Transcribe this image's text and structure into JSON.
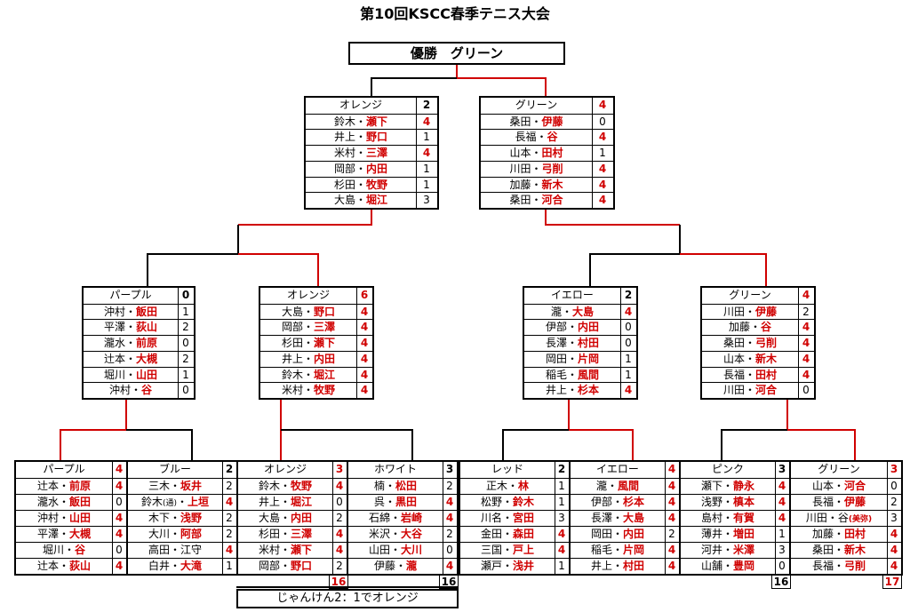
{
  "title": "第10回KSCC春季テニス大会",
  "champion": "優勝　グリーン",
  "janken_note": "じゃんけん2：1でオレンジ",
  "colors": {
    "red": "#d00000",
    "black": "#000000"
  },
  "final": [
    {
      "team": "オレンジ",
      "score": "2",
      "score_red": false,
      "rows": [
        {
          "a": "鈴木",
          "b": "瀬下",
          "win": "b",
          "score": "4",
          "score_red": true
        },
        {
          "a": "井上",
          "b": "野口",
          "win": "b",
          "score": "1",
          "score_red": false
        },
        {
          "a": "米村",
          "b": "三澤",
          "win": "b",
          "score": "4",
          "score_red": true
        },
        {
          "a": "岡部",
          "b": "内田",
          "win": "b",
          "score": "1",
          "score_red": false
        },
        {
          "a": "杉田",
          "b": "牧野",
          "win": "b",
          "score": "1",
          "score_red": false
        },
        {
          "a": "大島",
          "b": "堀江",
          "win": "b",
          "score": "3",
          "score_red": false
        }
      ]
    },
    {
      "team": "グリーン",
      "score": "4",
      "score_red": true,
      "rows": [
        {
          "a": "桑田",
          "b": "伊藤",
          "win": "b",
          "score": "0",
          "score_red": false
        },
        {
          "a": "長福",
          "b": "谷",
          "win": "b",
          "score": "4",
          "score_red": true
        },
        {
          "a": "山本",
          "b": "田村",
          "win": "b",
          "score": "1",
          "score_red": false
        },
        {
          "a": "川田",
          "b": "弓削",
          "win": "b",
          "score": "4",
          "score_red": true
        },
        {
          "a": "加藤",
          "b": "新木",
          "win": "b",
          "score": "4",
          "score_red": true
        },
        {
          "a": "桑田",
          "b": "河合",
          "win": "b",
          "score": "4",
          "score_red": true
        }
      ]
    }
  ],
  "semis": [
    {
      "team": "パープル",
      "score": "0",
      "score_red": false,
      "rows": [
        {
          "a": "沖村",
          "b": "飯田",
          "win": "b",
          "score": "1",
          "score_red": false
        },
        {
          "a": "平澤",
          "b": "荻山",
          "win": "b",
          "score": "2",
          "score_red": false
        },
        {
          "a": "瀧水",
          "b": "前原",
          "win": "b",
          "score": "0",
          "score_red": false
        },
        {
          "a": "辻本",
          "b": "大槻",
          "win": "b",
          "score": "2",
          "score_red": false
        },
        {
          "a": "堀川",
          "b": "山田",
          "win": "b",
          "score": "1",
          "score_red": false
        },
        {
          "a": "沖村",
          "b": "谷",
          "win": "b",
          "score": "0",
          "score_red": false
        }
      ]
    },
    {
      "team": "オレンジ",
      "score": "6",
      "score_red": true,
      "rows": [
        {
          "a": "大島",
          "b": "野口",
          "win": "b",
          "score": "4",
          "score_red": true
        },
        {
          "a": "岡部",
          "b": "三澤",
          "win": "b",
          "score": "4",
          "score_red": true
        },
        {
          "a": "杉田",
          "b": "瀬下",
          "win": "b",
          "score": "4",
          "score_red": true
        },
        {
          "a": "井上",
          "b": "内田",
          "win": "b",
          "score": "4",
          "score_red": true
        },
        {
          "a": "鈴木",
          "b": "堀江",
          "win": "b",
          "score": "4",
          "score_red": true
        },
        {
          "a": "米村",
          "b": "牧野",
          "win": "b",
          "score": "4",
          "score_red": true
        }
      ]
    },
    {
      "team": "イエロー",
      "score": "2",
      "score_red": false,
      "rows": [
        {
          "a": "瀧",
          "b": "大島",
          "win": "b",
          "score": "4",
          "score_red": true
        },
        {
          "a": "伊部",
          "b": "内田",
          "win": "b",
          "score": "0",
          "score_red": false
        },
        {
          "a": "長澤",
          "b": "村田",
          "win": "b",
          "score": "0",
          "score_red": false
        },
        {
          "a": "岡田",
          "b": "片岡",
          "win": "b",
          "score": "1",
          "score_red": false
        },
        {
          "a": "稲毛",
          "b": "風間",
          "win": "b",
          "score": "1",
          "score_red": false
        },
        {
          "a": "井上",
          "b": "杉本",
          "win": "b",
          "score": "4",
          "score_red": true
        }
      ]
    },
    {
      "team": "グリーン",
      "score": "4",
      "score_red": true,
      "rows": [
        {
          "a": "川田",
          "b": "伊藤",
          "win": "b",
          "score": "2",
          "score_red": false
        },
        {
          "a": "加藤",
          "b": "谷",
          "win": "b",
          "score": "4",
          "score_red": true
        },
        {
          "a": "桑田",
          "b": "弓削",
          "win": "b",
          "score": "4",
          "score_red": true
        },
        {
          "a": "山本",
          "b": "新木",
          "win": "b",
          "score": "4",
          "score_red": true
        },
        {
          "a": "長福",
          "b": "田村",
          "win": "b",
          "score": "4",
          "score_red": true
        },
        {
          "a": "川田",
          "b": "河合",
          "win": "b",
          "score": "0",
          "score_red": false
        }
      ]
    }
  ],
  "first_round": [
    {
      "team": "パープル",
      "score": "4",
      "score_red": true,
      "rows": [
        {
          "a": "辻本",
          "b": "前原",
          "win": "b",
          "score": "4",
          "score_red": true
        },
        {
          "a": "瀧水",
          "b": "飯田",
          "win": "b",
          "score": "0",
          "score_red": false
        },
        {
          "a": "沖村",
          "b": "山田",
          "win": "b",
          "score": "4",
          "score_red": true
        },
        {
          "a": "平澤",
          "b": "大槻",
          "win": "b",
          "score": "4",
          "score_red": true
        },
        {
          "a": "堀川",
          "b": "谷",
          "win": "b",
          "score": "0",
          "score_red": false
        },
        {
          "a": "辻本",
          "b": "荻山",
          "win": "b",
          "score": "4",
          "score_red": true
        }
      ]
    },
    {
      "team": "ブルー",
      "score": "2",
      "score_red": false,
      "rows": [
        {
          "a": "三木",
          "b": "坂井",
          "win": "b",
          "score": "2",
          "score_red": false
        },
        {
          "a": "鈴木",
          "note": "(通)",
          "b": "上垣",
          "win": "b",
          "score": "4",
          "score_red": true
        },
        {
          "a": "木下",
          "b": "浅野",
          "win": "b",
          "score": "2",
          "score_red": false
        },
        {
          "a": "大川",
          "b": "阿部",
          "win": "b",
          "score": "2",
          "score_red": false
        },
        {
          "a": "高田",
          "b": "江守",
          "win": "none",
          "score": "4",
          "score_red": true
        },
        {
          "a": "白井",
          "b": "大滝",
          "win": "b",
          "score": "1",
          "score_red": false
        }
      ]
    },
    {
      "team": "オレンジ",
      "score": "3",
      "score_red": true,
      "total": "16",
      "rows": [
        {
          "a": "鈴木",
          "b": "牧野",
          "win": "b",
          "score": "4",
          "score_red": true
        },
        {
          "a": "井上",
          "b": "堀江",
          "win": "b",
          "score": "0",
          "score_red": false
        },
        {
          "a": "大島",
          "b": "内田",
          "win": "b",
          "score": "2",
          "score_red": false
        },
        {
          "a": "杉田",
          "b": "三澤",
          "win": "b",
          "score": "4",
          "score_red": true
        },
        {
          "a": "米村",
          "b": "瀬下",
          "win": "b",
          "score": "4",
          "score_red": true
        },
        {
          "a": "岡部",
          "b": "野口",
          "win": "b",
          "score": "2",
          "score_red": false
        }
      ]
    },
    {
      "team": "ホワイト",
      "score": "3",
      "score_red": false,
      "total": "16",
      "rows": [
        {
          "a": "楠",
          "b": "松田",
          "win": "b",
          "score": "2",
          "score_red": false
        },
        {
          "a": "呉",
          "b": "黒田",
          "win": "b",
          "score": "4",
          "score_red": true
        },
        {
          "a": "石綿",
          "b": "岩崎",
          "win": "b",
          "score": "4",
          "score_red": true
        },
        {
          "a": "米沢",
          "b": "大谷",
          "win": "b",
          "score": "2",
          "score_red": false
        },
        {
          "a": "山田",
          "b": "大川",
          "win": "b",
          "score": "0",
          "score_red": false
        },
        {
          "a": "伊藤",
          "b": "瀧",
          "win": "b",
          "score": "4",
          "score_red": true
        }
      ]
    },
    {
      "team": "レッド",
      "score": "2",
      "score_red": false,
      "rows": [
        {
          "a": "正木",
          "b": "林",
          "win": "b",
          "score": "1",
          "score_red": false
        },
        {
          "a": "松野",
          "b": "鈴木",
          "win": "b",
          "score": "1",
          "score_red": false
        },
        {
          "a": "川名",
          "b": "宮田",
          "win": "b",
          "score": "3",
          "score_red": false
        },
        {
          "a": "金田",
          "b": "森田",
          "win": "b",
          "score": "4",
          "score_red": true
        },
        {
          "a": "三国",
          "b": "戸上",
          "win": "b",
          "score": "4",
          "score_red": true
        },
        {
          "a": "瀬戸",
          "b": "浅井",
          "win": "b",
          "score": "1",
          "score_red": false
        }
      ]
    },
    {
      "team": "イエロー",
      "score": "4",
      "score_red": true,
      "rows": [
        {
          "a": "瀧",
          "b": "風間",
          "win": "b",
          "score": "4",
          "score_red": true
        },
        {
          "a": "伊部",
          "b": "杉本",
          "win": "b",
          "score": "4",
          "score_red": true
        },
        {
          "a": "長澤",
          "b": "大島",
          "win": "b",
          "score": "4",
          "score_red": true
        },
        {
          "a": "岡田",
          "b": "内田",
          "win": "b",
          "score": "2",
          "score_red": false
        },
        {
          "a": "稲毛",
          "b": "片岡",
          "win": "b",
          "score": "4",
          "score_red": true
        },
        {
          "a": "井上",
          "b": "村田",
          "win": "b",
          "score": "4",
          "score_red": true
        }
      ]
    },
    {
      "team": "ピンク",
      "score": "3",
      "score_red": false,
      "total": "16",
      "rows": [
        {
          "a": "瀬下",
          "b": "静永",
          "win": "b",
          "score": "4",
          "score_red": true
        },
        {
          "a": "浅野",
          "b": "槙本",
          "win": "b",
          "score": "4",
          "score_red": true
        },
        {
          "a": "島村",
          "b": "有賀",
          "win": "b",
          "score": "4",
          "score_red": true
        },
        {
          "a": "薄井",
          "b": "増田",
          "win": "b",
          "score": "1",
          "score_red": false
        },
        {
          "a": "河井",
          "b": "米澤",
          "win": "b",
          "score": "3",
          "score_red": false
        },
        {
          "a": "山舗",
          "b": "豊岡",
          "win": "b",
          "score": "0",
          "score_red": false
        }
      ]
    },
    {
      "team": "グリーン",
      "score": "3",
      "score_red": true,
      "total": "17",
      "rows": [
        {
          "a": "山本",
          "b": "河合",
          "win": "b",
          "score": "0",
          "score_red": false
        },
        {
          "a": "長福",
          "b": "伊藤",
          "win": "b",
          "score": "2",
          "score_red": false
        },
        {
          "a": "川田",
          "b": "谷",
          "note_after": "(美弥)",
          "win": "none",
          "score": "3",
          "score_red": false
        },
        {
          "a": "加藤",
          "b": "田村",
          "win": "b",
          "score": "4",
          "score_red": true
        },
        {
          "a": "桑田",
          "b": "新木",
          "win": "b",
          "score": "4",
          "score_red": true
        },
        {
          "a": "長福",
          "b": "弓削",
          "win": "b",
          "score": "4",
          "score_red": true
        }
      ]
    }
  ]
}
